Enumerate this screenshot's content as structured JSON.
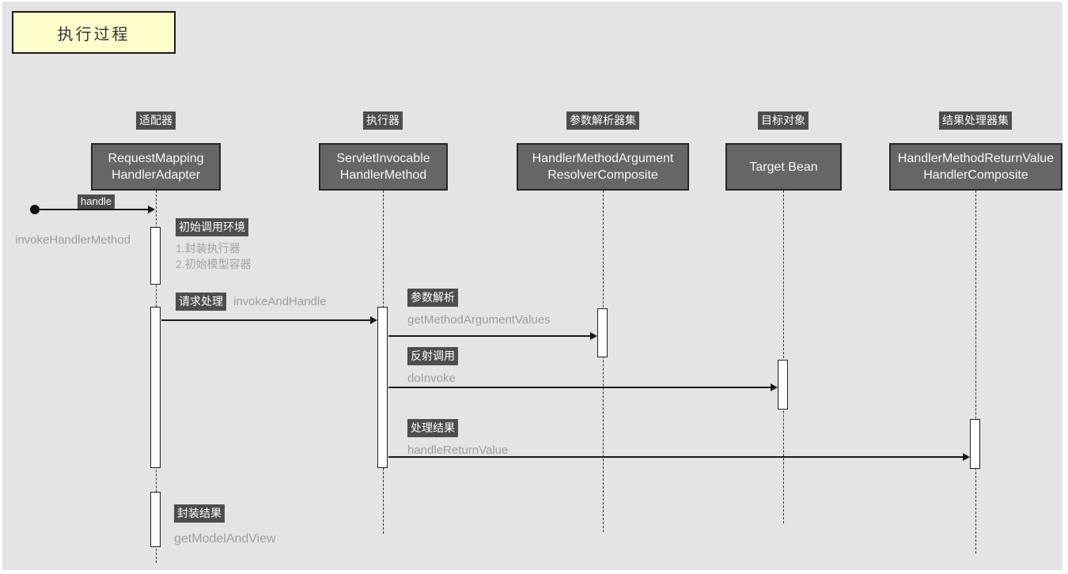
{
  "title": "执行过程",
  "actors": [
    {
      "role": "适配器",
      "lines": [
        "RequestMapping",
        "HandlerAdapter"
      ]
    },
    {
      "role": "执行器",
      "lines": [
        "ServletInvocable",
        "HandlerMethod"
      ]
    },
    {
      "role": "参数解析器集",
      "lines": [
        "HandlerMethodArgument",
        "ResolverComposite"
      ]
    },
    {
      "role": "目标对象",
      "lines": [
        "Target Bean"
      ]
    },
    {
      "role": "结果处理器集",
      "lines": [
        "HandlerMethodReturnValue",
        "HandlerComposite"
      ]
    }
  ],
  "messages": {
    "handle": {
      "label": "handle"
    },
    "invoke_handler": {
      "method": "invokeHandlerMethod"
    },
    "init_env": {
      "label": "初始调用环境",
      "items": [
        "1.封装执行器",
        "2.初始模型容器"
      ]
    },
    "request_handling": {
      "label": "请求处理",
      "method": "invokeAndHandle"
    },
    "param_resolve": {
      "label": "参数解析",
      "method": "getMethodArgumentValues"
    },
    "reflect_call": {
      "label": "反射调用",
      "method": "doInvoke"
    },
    "result_handle": {
      "label": "处理结果",
      "method": "handleReturnValue"
    },
    "wrap_result": {
      "label": "封装结果",
      "method": "getModelAndView"
    }
  },
  "colors": {
    "background": "#e4e4e4",
    "actor_box_fill": "#666666",
    "actor_box_border": "#262626",
    "badge_background": "#4d4d4d",
    "note_yellow": "#fdfdcc",
    "muted_text": "#9f9f9f",
    "line_color": "#1a1a1a"
  }
}
